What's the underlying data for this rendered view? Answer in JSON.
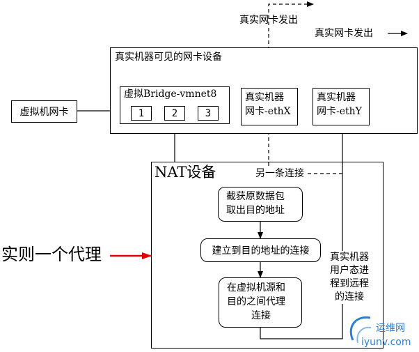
{
  "virtual_nic": "虚拟机网卡",
  "visible_nics_title": "真实机器可见的网卡设备",
  "bridge": {
    "label": "虚拟Bridge-vmnet8",
    "ports": [
      "1",
      "2",
      "3"
    ]
  },
  "ethx": {
    "line1": "真实机器",
    "line2": "网卡-ethX"
  },
  "ethy": {
    "line1": "真实机器",
    "line2": "网卡-ethY"
  },
  "outbound_top": "真实网卡发出",
  "outbound_right": "真实网卡发出",
  "nat": {
    "title": "NAT设备",
    "another_connection": "另一条连接",
    "step1_line1": "截获原数据包",
    "step1_line2": "取出目的地址",
    "step2": "建立到目的地址的连接",
    "step3_line1": "在虚拟机源和",
    "step3_line2": "目的之间代理",
    "step3_line3": "连接"
  },
  "user_process": [
    "真实机器",
    "用户态进",
    "程到远程",
    "的连接"
  ],
  "proxy_label": "实则一个代理",
  "watermark": {
    "name": "运维网",
    "url": "iyunv.com"
  },
  "colors": {
    "line": "#000000",
    "proxy_arrow": "#e00000",
    "watermark": "#2a7fd4"
  }
}
